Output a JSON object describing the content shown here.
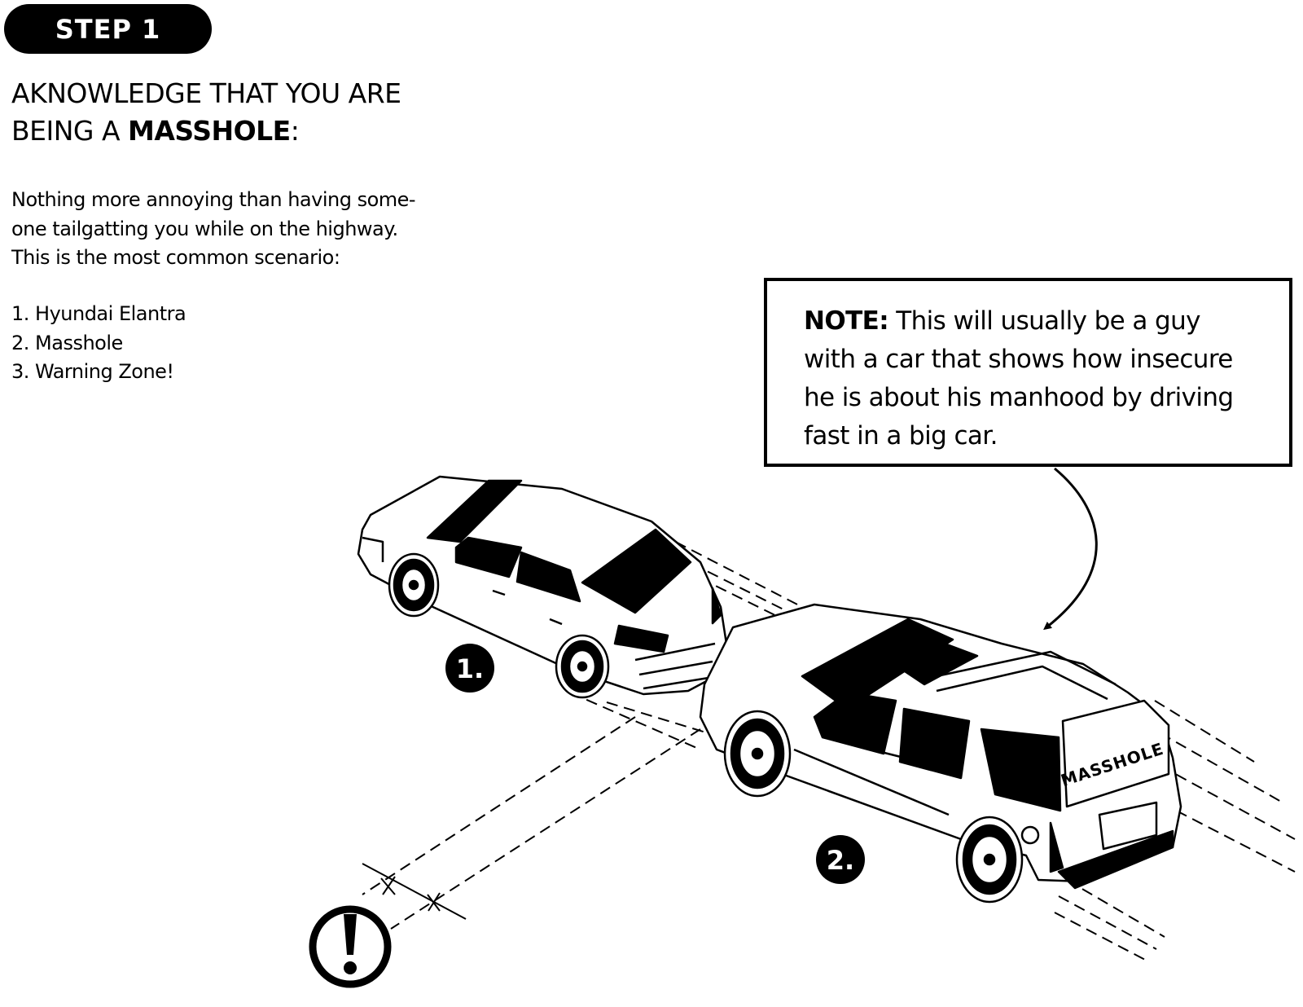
{
  "step": {
    "label": "STEP 1"
  },
  "headline": {
    "line1": "AKNOWLEDGE THAT YOU ARE",
    "line2_prefix": "BEING A ",
    "line2_bold": "MASSHOLE",
    "line2_suffix": ":"
  },
  "intro": {
    "line1": "Nothing more annoying than having some-",
    "line2": "one tailgatting you while on the highway.",
    "line3": "This is the most common scenario:"
  },
  "legend": [
    "1. Hyundai Elantra",
    "2. Masshole",
    "3. Warning Zone!"
  ],
  "note": {
    "label": "NOTE:",
    "line1": " This will usually be a guy",
    "line2": "with a car that shows how insecure",
    "line3": "he is about his manhood by driving",
    "line4": "fast in a big car."
  },
  "markers": {
    "car1": "1.",
    "car2": "2.",
    "warning": "!"
  },
  "suv": {
    "rear_text": "MASSHOLE"
  },
  "icons": {
    "warning": "exclamation-circle-icon",
    "pointer": "curved-arrow-icon"
  },
  "colors": {
    "ink": "#000000",
    "paper": "#ffffff"
  }
}
